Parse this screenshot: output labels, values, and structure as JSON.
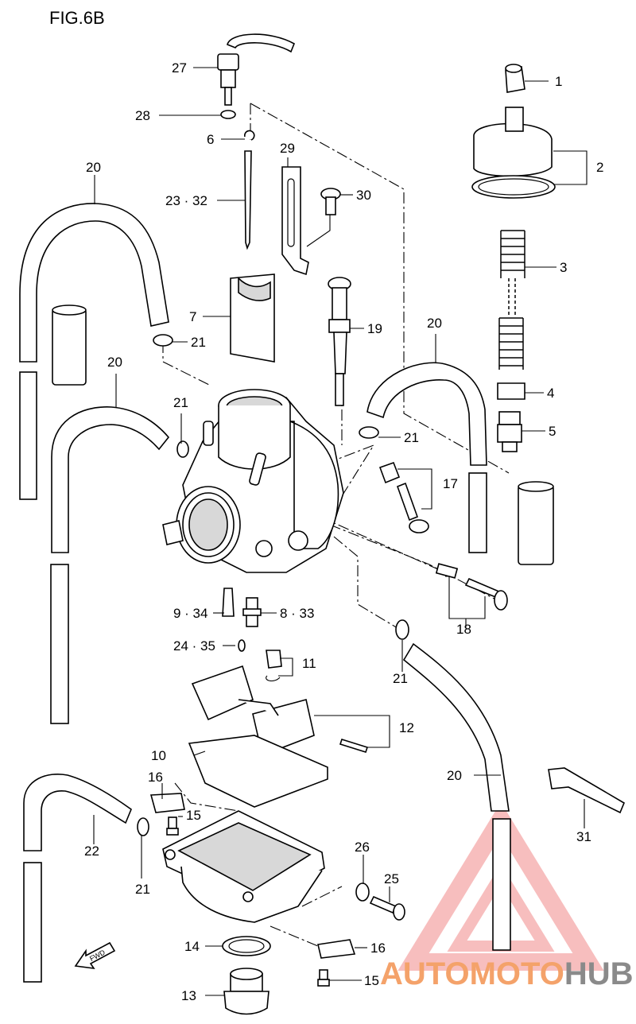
{
  "figure_title": "FIG.6B",
  "watermark": {
    "brand_a": "AUTOMOTO",
    "brand_b": "HUB"
  },
  "fwd_label": "FWD",
  "callouts": {
    "c1": "1",
    "c2": "2",
    "c3": "3",
    "c4": "4",
    "c5": "5",
    "c6": "6",
    "c7": "7",
    "c8": "8 · 33",
    "c9": "9 · 34",
    "c10": "10",
    "c11": "11",
    "c12": "12",
    "c13": "13",
    "c14": "14",
    "c15a": "15",
    "c15b": "15",
    "c16a": "16",
    "c16b": "16",
    "c17": "17",
    "c18": "18",
    "c19": "19",
    "c20a": "20",
    "c20b": "20",
    "c20c": "20",
    "c20d": "20",
    "c21a": "21",
    "c21b": "21",
    "c21c": "21",
    "c21d": "21",
    "c21e": "21",
    "c22": "22",
    "c23": "23 · 32",
    "c24": "24 · 35",
    "c25": "25",
    "c26": "26",
    "c27": "27",
    "c28": "28",
    "c29": "29",
    "c30": "30",
    "c31": "31"
  },
  "colors": {
    "line": "#000000",
    "watermark_red": "#f4a26a",
    "watermark_gray": "#8a8a8a"
  }
}
